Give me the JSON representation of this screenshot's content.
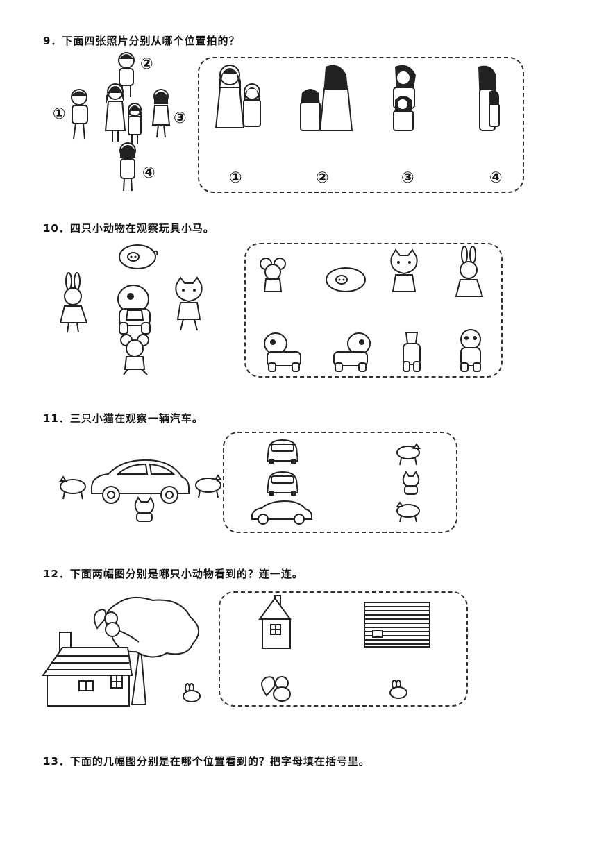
{
  "q9": {
    "title": "9．下面四张照片分别从哪个位置拍的？",
    "scene_labels": [
      "①",
      "②",
      "③",
      "④"
    ],
    "photo_labels": [
      "①",
      "②",
      "③",
      "④"
    ]
  },
  "q10": {
    "title": "10．四只小动物在观察玩具小马。"
  },
  "q11": {
    "title": "11．三只小猫在观察一辆汽车。"
  },
  "q12": {
    "title": "12．下面两幅图分别是哪只小动物看到的？连一连。"
  },
  "q13": {
    "title": "13．下面的几幅图分别是在哪个位置看到的？把字母填在括号里。"
  }
}
